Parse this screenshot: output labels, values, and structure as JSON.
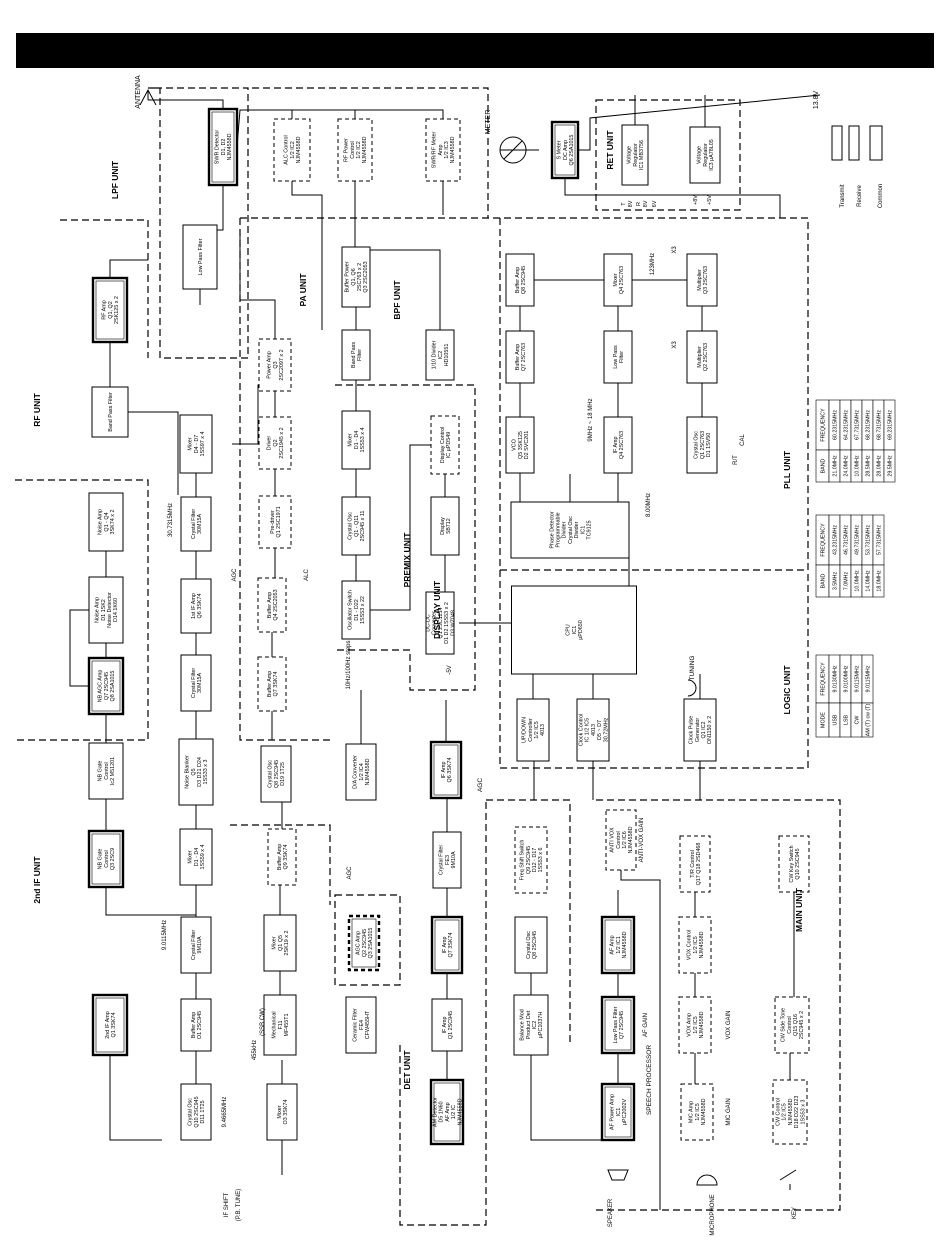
{
  "blocks": [
    {
      "id": "swr-det",
      "label": [
        "SWR Detector",
        "D1, D2",
        "NJM4558D"
      ],
      "bold": true
    },
    {
      "id": "alc-ctrl",
      "label": [
        "ALC Control",
        "1/2 IC2",
        "NJM4558D"
      ],
      "dash": true
    },
    {
      "id": "rf-pwr",
      "label": [
        "RF Power",
        "Control",
        "1/2 IC2",
        "NJM4558D"
      ],
      "dash": true
    },
    {
      "id": "swr-meter",
      "label": [
        "SWR/RF Meter",
        "Amp",
        "1/2 IC3",
        "NJM4558D"
      ],
      "dash": true
    },
    {
      "id": "smeter",
      "label": [
        "S Meter",
        "DC Amp",
        "Q6 2SA1015"
      ],
      "bold": true
    },
    {
      "id": "vreg1",
      "label": [
        "Voltage",
        "Regulator",
        "IC1 MB3756"
      ]
    },
    {
      "id": "vreg2",
      "label": [
        "Voltage",
        "Regulator",
        "IC3 µA78L05"
      ]
    },
    {
      "id": "lpf",
      "label": [
        "Low Pass Filter"
      ]
    },
    {
      "id": "bufpwr",
      "label": [
        "Buffer Power",
        "Q1, Q6",
        "2SC763 x 2",
        "Q3 2SC2053"
      ]
    },
    {
      "id": "bpf",
      "label": [
        "Band Pass",
        "Filter"
      ]
    },
    {
      "id": "div",
      "label": [
        "1/10 Divider",
        "IC2",
        "HD10551"
      ]
    },
    {
      "id": "pll-buf",
      "label": [
        "Buffer Amp",
        "Q8 2SC945"
      ]
    },
    {
      "id": "pll-buf2",
      "label": [
        "Buffer Amp",
        "Q7 2SC763"
      ]
    },
    {
      "id": "mixer-pll",
      "label": [
        "Mixer",
        "Q4 2SC763"
      ]
    },
    {
      "id": "mult1",
      "label": [
        "Multiplier",
        "Q3 2SC763"
      ]
    },
    {
      "id": "mult2",
      "label": [
        "Multiplier",
        "Q2 2SC763"
      ]
    },
    {
      "id": "lpf-pll",
      "label": [
        "Low Pass",
        "Filter"
      ]
    },
    {
      "id": "vco",
      "label": [
        "VCO",
        "Q5 3SK125",
        "D2 SVC201"
      ]
    },
    {
      "id": "ifamp-pll",
      "label": [
        "IF Amp",
        "Q4 2SC763"
      ]
    },
    {
      "id": "xosc-pll",
      "label": [
        "Crystal Osc",
        "Q1 2SC763",
        "D1 1SV50"
      ]
    },
    {
      "id": "phase",
      "label": [
        "Phase Detector",
        "Programmable",
        "Divider",
        "Crystal Osc",
        "Divider",
        "IC1",
        "TC9125"
      ]
    },
    {
      "id": "rfamp",
      "label": [
        "RF Amp",
        "Q1, Q2",
        "2SK125 x 2"
      ],
      "bold": true
    },
    {
      "id": "pwramp",
      "label": [
        "Power Amp",
        "Q3",
        "2SC2097 x 2"
      ],
      "dash": true
    },
    {
      "id": "driver",
      "label": [
        "Driver",
        "Q2",
        "2SC1945 x 2"
      ],
      "dash": true
    },
    {
      "id": "predriver",
      "label": [
        "Pre-driver",
        "Q1 2SC1971"
      ],
      "dash": true
    },
    {
      "id": "mixer-bpf",
      "label": [
        "Mixer",
        "D1 - D4",
        "1SS53 x 4"
      ]
    },
    {
      "id": "xosc-bpf",
      "label": [
        "Crystal Osc",
        "Q1 - Q11",
        "2SC945 x 11"
      ]
    },
    {
      "id": "oscsw",
      "label": [
        "Oscillator Switch",
        "D1 - D22",
        "1SS53 x 22"
      ]
    },
    {
      "id": "dispctl",
      "label": [
        "Display Control",
        "IC µPD549"
      ],
      "dash": true
    },
    {
      "id": "display",
      "label": [
        "Display",
        "5B712"
      ]
    },
    {
      "id": "bpf-rf",
      "label": [
        "Band Pass Filter"
      ]
    },
    {
      "id": "mixer-rf",
      "label": [
        "Mixer",
        "D4 - D7",
        "1SS97 x 4"
      ]
    },
    {
      "id": "xflt1",
      "label": [
        "Crystal Filter",
        "30M15A"
      ]
    },
    {
      "id": "if1",
      "label": [
        "1st IF Amp",
        "Q6 3SK74"
      ]
    },
    {
      "id": "xflt2",
      "label": [
        "Crystal Filter",
        "30M15A"
      ]
    },
    {
      "id": "bufamp-a",
      "label": [
        "Buffer Amp",
        "Q4 2SC2053"
      ],
      "dash": true
    },
    {
      "id": "bufamp-b",
      "label": [
        "Buffer Amp",
        "Q7 3SK74"
      ],
      "dash": true
    },
    {
      "id": "noise1",
      "label": [
        "Noise Amp",
        "Q1 - Q4",
        "3SK74 x 2"
      ]
    },
    {
      "id": "noise2",
      "label": [
        "Noise Amp",
        "D1 1SK2",
        "Noise Detector",
        "D14 1K60"
      ]
    },
    {
      "id": "nbagc",
      "label": [
        "NB AGC Amp",
        "Q7 2SC945",
        "Q8 2SA1015"
      ],
      "bold": true
    },
    {
      "id": "nbgatec",
      "label": [
        "NB Gate",
        "Control",
        "Ic2 M51201"
      ]
    },
    {
      "id": "nbgate",
      "label": [
        "NB Gate",
        "Control",
        "Q3 2SC9"
      ],
      "bold": true
    },
    {
      "id": "cpu",
      "label": [
        "CPU",
        "IC1",
        "µPD650"
      ]
    },
    {
      "id": "dcdc",
      "label": [
        "DC-DC",
        "Converter",
        "Q1 2SC1214",
        "D1 D2 1SS53 x 2",
        "D3 WZ048"
      ]
    },
    {
      "id": "updown",
      "label": [
        "UP/DOWN",
        "Controller",
        "1/2 IC5",
        "4013"
      ]
    },
    {
      "id": "clkctl",
      "label": [
        "Clock Control",
        "IC 1/2 IC5",
        "4013",
        "D5 ~ D7",
        "30.72MHz"
      ]
    },
    {
      "id": "clkpulse",
      "label": [
        "Clock Pulse",
        "Generator",
        "Q1 IC2",
        "ON1150 x 2"
      ]
    },
    {
      "id": "nblank",
      "label": [
        "Noise Blanker",
        "Q5",
        "D3 D21 D24",
        "1SS33 x 3"
      ]
    },
    {
      "id": "xosc-rf",
      "label": [
        "Crystal Osc",
        "Q8 2SC945",
        "D19 1T25"
      ]
    },
    {
      "id": "dac",
      "label": [
        "D/A Converter",
        "1/2 IC4",
        "NJM4558D"
      ]
    },
    {
      "id": "ifamp-d6",
      "label": [
        "IF Amp",
        "Q6 3SK74"
      ],
      "bold": true
    },
    {
      "id": "mixer-2if",
      "label": [
        "Mixer",
        "D1 - D4",
        "1SS59 x 4"
      ]
    },
    {
      "id": "bufamp-rf",
      "label": [
        "Buffer Amp",
        "Q9 3SK74"
      ],
      "dash": true
    },
    {
      "id": "freqsw",
      "label": [
        "Freq Shift Switch",
        "Q9 2SC945",
        "D12 - D17",
        "1SS53 x 6"
      ],
      "dash": true
    },
    {
      "id": "xflt-9m",
      "label": [
        "Crystal Filter",
        "FE3",
        "9M10A"
      ]
    },
    {
      "id": "antivox",
      "label": [
        "ANTI VOX",
        "Control",
        "1/2 IC6",
        "NJM4558D"
      ],
      "dash": true
    },
    {
      "id": "trctl",
      "label": [
        "T/R Control",
        "Q17 Q18 2SD468"
      ],
      "dash": true
    },
    {
      "id": "cwkey",
      "label": [
        "CW Key Switch",
        "Q10 2SC945"
      ],
      "dash": true
    },
    {
      "id": "xflt-2if",
      "label": [
        "Crystal Filter",
        "9M10A"
      ]
    },
    {
      "id": "mixer-q",
      "label": [
        "Mixer",
        "Q1 Q5",
        "2SK19 x 2"
      ]
    },
    {
      "id": "agcamp",
      "label": [
        "AGC Amp",
        "Q2 2SC945",
        "Q3 2SA1015"
      ],
      "bold": true,
      "dash": true
    },
    {
      "id": "ifamp-q7",
      "label": [
        "IF Amp",
        "Q7 3SK74"
      ],
      "bold": true
    },
    {
      "id": "xosc-det",
      "label": [
        "Crystal Osc",
        "Q8 2SC945"
      ]
    },
    {
      "id": "afamp",
      "label": [
        "AF Amp",
        "1/2 IC1",
        "NJM4558D"
      ],
      "bold": true
    },
    {
      "id": "voxctl",
      "label": [
        "VOX Control",
        "1/2 IC5",
        "NJM4558D"
      ],
      "dash": true
    },
    {
      "id": "if2amp",
      "label": [
        "2nd IF Amp",
        "Q1 3SK74"
      ],
      "bold": true
    },
    {
      "id": "bufamp-o",
      "label": [
        "Buffer Amp",
        "O1 2SC945"
      ]
    },
    {
      "id": "mech",
      "label": [
        "Mechanical",
        "F11",
        "MF455T1"
      ]
    },
    {
      "id": "ceramic",
      "label": [
        "Ceramic Filter",
        "FE4",
        "CFW455HT"
      ]
    },
    {
      "id": "ifamp-q1",
      "label": [
        "IF Amp",
        "Q1 2SC945"
      ]
    },
    {
      "id": "balmod",
      "label": [
        "Balance Mod",
        "Product Det",
        "IC2",
        "µPC1037H"
      ]
    },
    {
      "id": "lpf-af",
      "label": [
        "Low Pass Filter",
        "Q7 2SC945"
      ],
      "bold": true
    },
    {
      "id": "voxamp",
      "label": [
        "VOX Amp",
        "1/2 IC5",
        "NJM4558D"
      ],
      "dash": true
    },
    {
      "id": "cwtone",
      "label": [
        "CW Side Tone",
        "Control",
        "Q15 Q16",
        "2SC945 x 2"
      ],
      "dash": true
    },
    {
      "id": "xosc-if",
      "label": [
        "Crystal Osc",
        "Q10 2SC945",
        "D11 1T25"
      ]
    },
    {
      "id": "mixer-o3",
      "label": [
        "Mixer",
        "O3 3SK74"
      ]
    },
    {
      "id": "amdet",
      "label": [
        "AM Detector",
        "D5 1N60",
        "AF Amp",
        "1/2 IC",
        "NJM4558D"
      ],
      "bold": true
    },
    {
      "id": "afpwr",
      "label": [
        "AF Power Amp",
        "IC1",
        "µPC2002V"
      ],
      "bold": true
    },
    {
      "id": "micamp",
      "label": [
        "MIC Amp",
        "1/2 IC5",
        "NJM4558D"
      ],
      "dash": true
    },
    {
      "id": "cwctl",
      "label": [
        "CW Control",
        "1/2 IC5",
        "NJM4558D",
        "D18 D22 D23",
        "1SS53 x 3"
      ],
      "dash": true
    }
  ],
  "units": [
    {
      "label": "LPF UNIT"
    },
    {
      "label": "PA UNIT"
    },
    {
      "label": "BPF UNIT"
    },
    {
      "label": "RF UNIT"
    },
    {
      "label": "RET UNIT"
    },
    {
      "label": "PLL UNIT"
    },
    {
      "label": "LOGIC UNIT"
    },
    {
      "label": "PREMIX UNIT"
    },
    {
      "label": "DISPLAY UNIT"
    },
    {
      "label": "2nd IF UNIT"
    },
    {
      "label": "MAIN UNIT"
    },
    {
      "label": "DET UNIT"
    }
  ],
  "labels": [
    {
      "text": "ANTENNA",
      "size": 7
    },
    {
      "text": "METER",
      "size": 7
    },
    {
      "text": "13.8V",
      "size": 7
    },
    {
      "text": "Transmit",
      "size": 6
    },
    {
      "text": "Receive",
      "size": 6
    },
    {
      "text": "Common",
      "size": 6
    },
    {
      "text": "T",
      "size": 5.5
    },
    {
      "text": "8V",
      "size": 5.5
    },
    {
      "text": "R",
      "size": 5.5
    },
    {
      "text": "8V",
      "size": 5.5
    },
    {
      "text": "6V",
      "size": 5.5
    },
    {
      "text": "+8V",
      "size": 5.5
    },
    {
      "text": "+5V",
      "size": 5.5
    },
    {
      "text": "123MHz",
      "size": 6
    },
    {
      "text": "X3",
      "size": 6
    },
    {
      "text": "X3",
      "size": 6
    },
    {
      "text": "9MHz ~ 18 MHz",
      "size": 6
    },
    {
      "text": "8.00MHz",
      "size": 6
    },
    {
      "text": "R/T",
      "size": 6
    },
    {
      "text": "CAL",
      "size": 6
    },
    {
      "text": "TUNING",
      "size": 6.5
    },
    {
      "text": "30.7315MHz",
      "size": 6
    },
    {
      "text": "AGC",
      "size": 6
    },
    {
      "text": "ALC",
      "size": 6
    },
    {
      "text": "10Hz/100Hz steps",
      "size": 6
    },
    {
      "text": "-5V",
      "size": 6
    },
    {
      "text": "AGC",
      "size": 6
    },
    {
      "text": "AGC",
      "size": 6.5
    },
    {
      "text": "455kHz",
      "size": 6
    },
    {
      "text": "(SSB CW)",
      "size": 6
    },
    {
      "text": "9.0115MHz",
      "size": 6
    },
    {
      "text": "9.4665MHz",
      "size": 6
    },
    {
      "text": "IF SHIFT",
      "size": 6
    },
    {
      "text": "(P.B. TUNE)",
      "size": 6
    },
    {
      "text": "SPEAKER",
      "size": 6
    },
    {
      "text": "MICROPHONE",
      "size": 6
    },
    {
      "text": "KEY",
      "size": 6
    },
    {
      "text": "SPEECH PROCESSOR",
      "size": 6.5
    },
    {
      "text": "MIC GAIN",
      "size": 6
    },
    {
      "text": "AF GAIN",
      "size": 6
    },
    {
      "text": "VOX GAIN",
      "size": 6
    },
    {
      "text": "ANTI-VOX GAIN",
      "size": 6
    }
  ],
  "tables": {
    "pll": {
      "headers": [
        "BAND",
        "FREQUENCY"
      ],
      "rows": [
        [
          "21.0MHz",
          "60.2315MHz"
        ],
        [
          "24.0MHz",
          "64.2315MHz"
        ],
        [
          "10.0MHz",
          "67.7315MHz"
        ],
        [
          "28.5MHz",
          "68.2315MHz"
        ],
        [
          "28.0MHz",
          "68.7315MHz"
        ],
        [
          "29.5MHz",
          "69.2315MHz"
        ]
      ]
    },
    "band": {
      "headers": [
        "BAND",
        "FREQUENCY"
      ],
      "rows": [
        [
          "3.5MHz",
          "43.2315MHz"
        ],
        [
          "7.0MHz",
          "46.7315MHz"
        ],
        [
          "10.0MHz",
          "49.7315MHz"
        ],
        [
          "14.0MHz",
          "53.7315MHz"
        ],
        [
          "18.0MHz",
          "57.7315MHz"
        ]
      ]
    },
    "mode": {
      "headers": [
        "MODE",
        "FREQUENCY"
      ],
      "rows": [
        [
          "USB",
          "9.0130MHz"
        ],
        [
          "LSB",
          "9.0100MHz"
        ],
        [
          "CW",
          "9.0115MHz"
        ],
        [
          "AM (T) cw (T)",
          "9.0115MHz"
        ]
      ]
    }
  }
}
